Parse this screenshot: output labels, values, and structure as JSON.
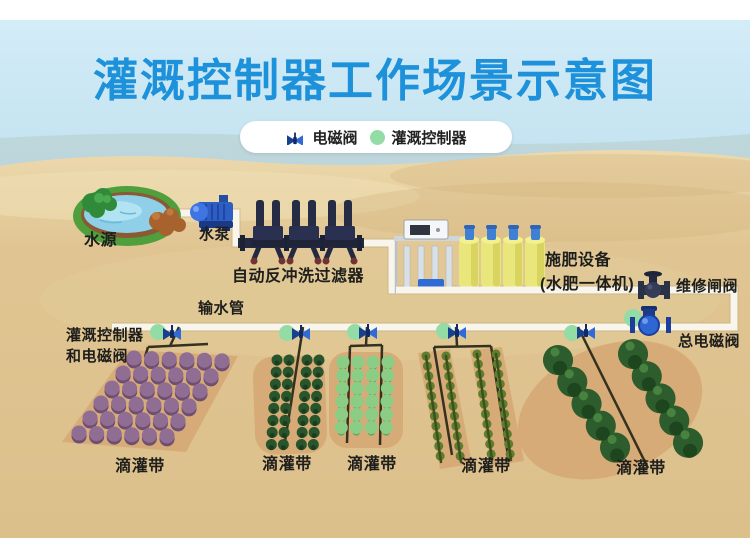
{
  "title": "灌溉控制器工作场景示意图",
  "legend": {
    "valve_label": "电磁阀",
    "controller_label": "灌溉控制器"
  },
  "scene": {
    "water_source_label": "水源",
    "pump_label": "水泵",
    "filter_label": "自动反冲洗过滤器",
    "fertilizer_label_line1": "施肥设备",
    "fertilizer_label_line2": "(水肥一体机)",
    "maintenance_valve_label": "维修闸阀",
    "main_valve_label": "总电磁阀",
    "pipe_label": "输水管",
    "field_controller_label_line1": "灌溉控制器",
    "field_controller_label_line2": "和电磁阀"
  },
  "fields": [
    {
      "label": "滴灌带",
      "crop": "purple-vegetable"
    },
    {
      "label": "滴灌带",
      "crop": "dark-green-rows"
    },
    {
      "label": "滴灌带",
      "crop": "light-green-vegetable"
    },
    {
      "label": "滴灌带",
      "crop": "tall-seedling-rows"
    },
    {
      "label": "滴灌带",
      "crop": "bushy-green-rows"
    }
  ],
  "colors": {
    "title_blue": "#1d91d9",
    "sky": "#cfeaf7",
    "sand": "#dcc08c",
    "pipe_white": "#f8f5ed",
    "controller_dot_green": "#93dca6",
    "valve_blue": "#2f6ad8",
    "equipment_navy": "#262c44",
    "tank_yellow": "#e9e67c"
  }
}
